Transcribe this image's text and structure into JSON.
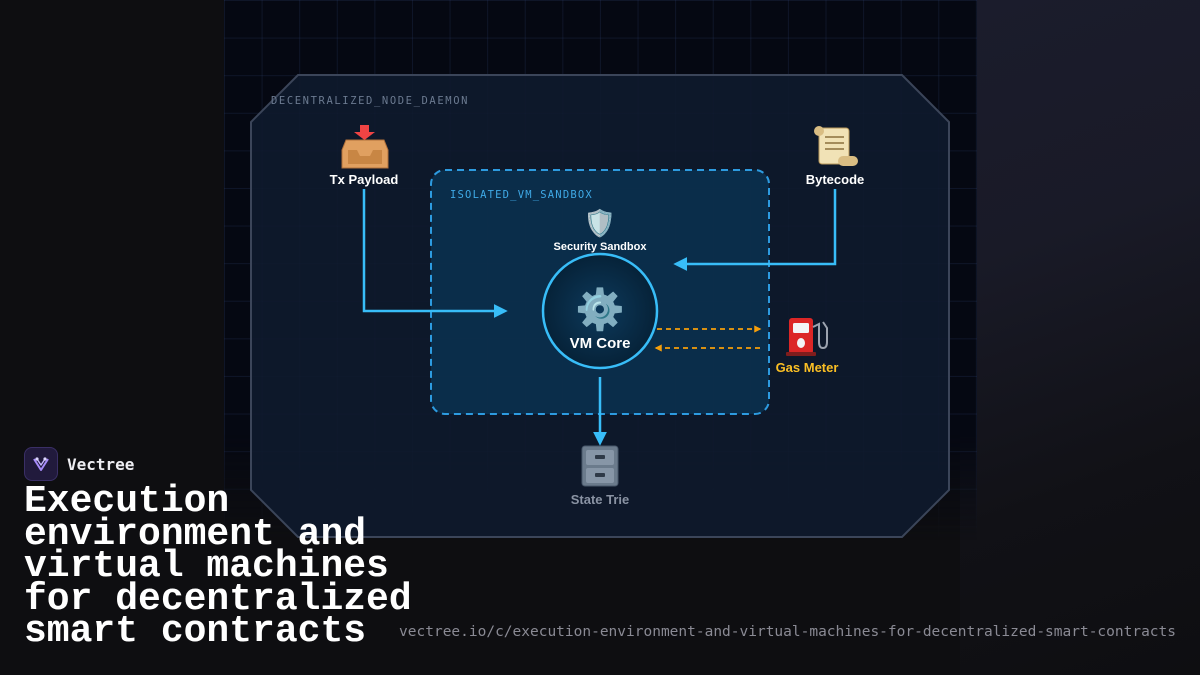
{
  "diagram": {
    "outer_label": "DECENTRALIZED_NODE_DAEMON",
    "sandbox_label": "ISOLATED_VM_SANDBOX",
    "nodes": {
      "tx_payload": {
        "icon": "📥",
        "icon_name": "inbox-tray-icon",
        "label": "Tx Payload"
      },
      "bytecode": {
        "icon": "📜",
        "icon_name": "scroll-icon",
        "label": "Bytecode"
      },
      "security": {
        "icon": "🛡️",
        "icon_name": "shield-icon",
        "label": "Security Sandbox"
      },
      "vm_core": {
        "icon": "⚙️",
        "icon_name": "gear-icon",
        "label": "VM Core"
      },
      "gas_meter": {
        "icon": "⛽",
        "icon_name": "fuel-pump-icon",
        "label": "Gas Meter"
      },
      "state_trie": {
        "icon": "🗄️",
        "icon_name": "file-cabinet-icon",
        "label": "State Trie"
      }
    },
    "edges": [
      {
        "from": "Tx Payload",
        "to": "VM Core",
        "style": "solid"
      },
      {
        "from": "Bytecode",
        "to": "VM Core",
        "style": "solid"
      },
      {
        "from": "VM Core",
        "to": "Gas Meter",
        "style": "dashed"
      },
      {
        "from": "Gas Meter",
        "to": "VM Core",
        "style": "dashed"
      },
      {
        "from": "VM Core",
        "to": "State Trie",
        "style": "solid"
      }
    ]
  },
  "brand": {
    "name": "Vectree"
  },
  "headline": "Execution environment and virtual machines for decentralized smart contracts",
  "url": "vectree.io/c/execution-environment-and-virtual-machines-for-decentralized-smart-contracts",
  "colors": {
    "flow": "#38bdf8",
    "gas": "#f59e0b",
    "gas_label": "#fbbf24",
    "sandbox_border": "#2d9be0",
    "background": "#0e0e11"
  }
}
